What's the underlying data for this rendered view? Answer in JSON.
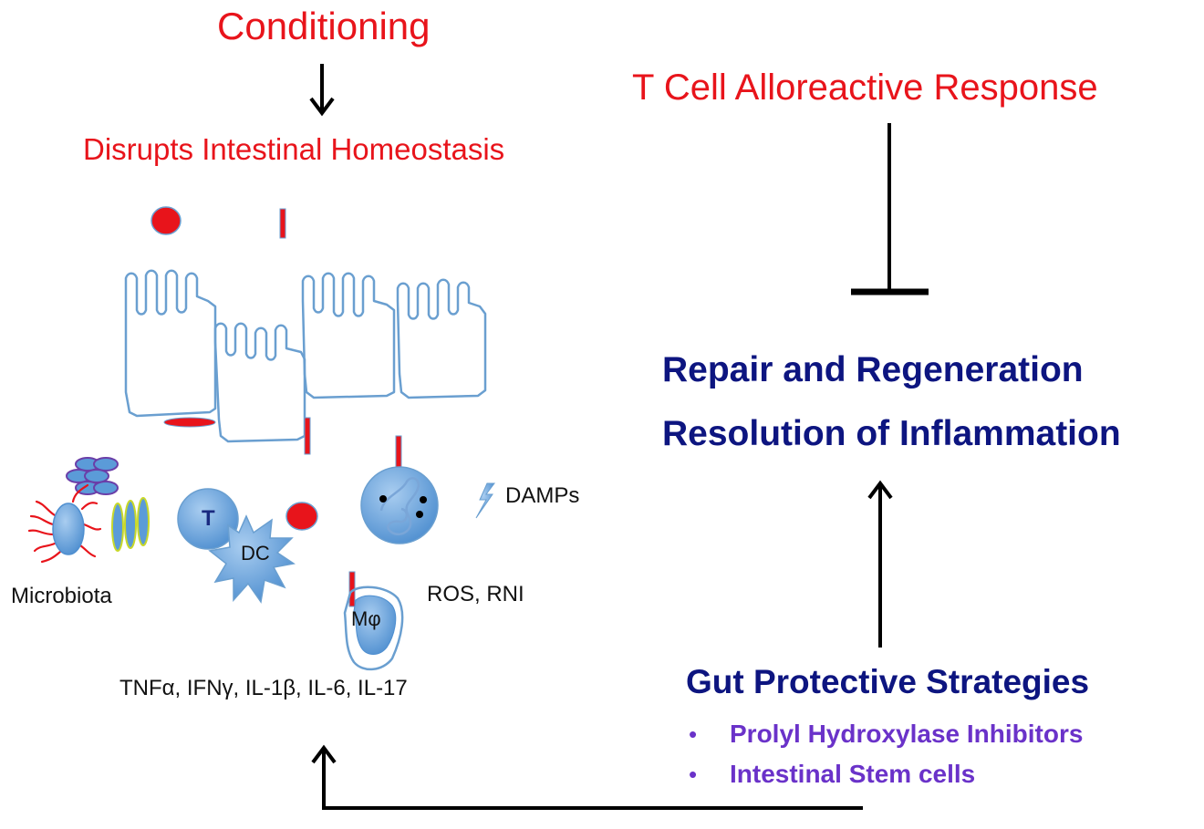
{
  "left": {
    "conditioning": "Conditioning",
    "disrupts": "Disrupts Intestinal Homeostasis",
    "labels": {
      "t_cell": "T",
      "dendritic_cell": "DC",
      "damps": "DAMPs",
      "microbiota": "Microbiota",
      "ros_rni": "ROS, RNI",
      "macrophage": "Mφ",
      "cytokines": "TNFα, IFNγ, IL-1β, IL-6, IL-17"
    }
  },
  "right": {
    "t_cell_response": "T Cell Alloreactive Response",
    "repair": "Repair and Regeneration",
    "resolution": "Resolution of Inflammation",
    "strategies_title": "Gut Protective Strategies",
    "strategies": [
      "Prolyl Hydroxylase Inhibitors",
      "Intestinal Stem cells"
    ]
  },
  "colors": {
    "red": "#e8141b",
    "navy": "#0d1580",
    "purple": "#6a32c9",
    "cell_outline": "#6a9fd0",
    "cell_fill": "#5b9bd8"
  }
}
